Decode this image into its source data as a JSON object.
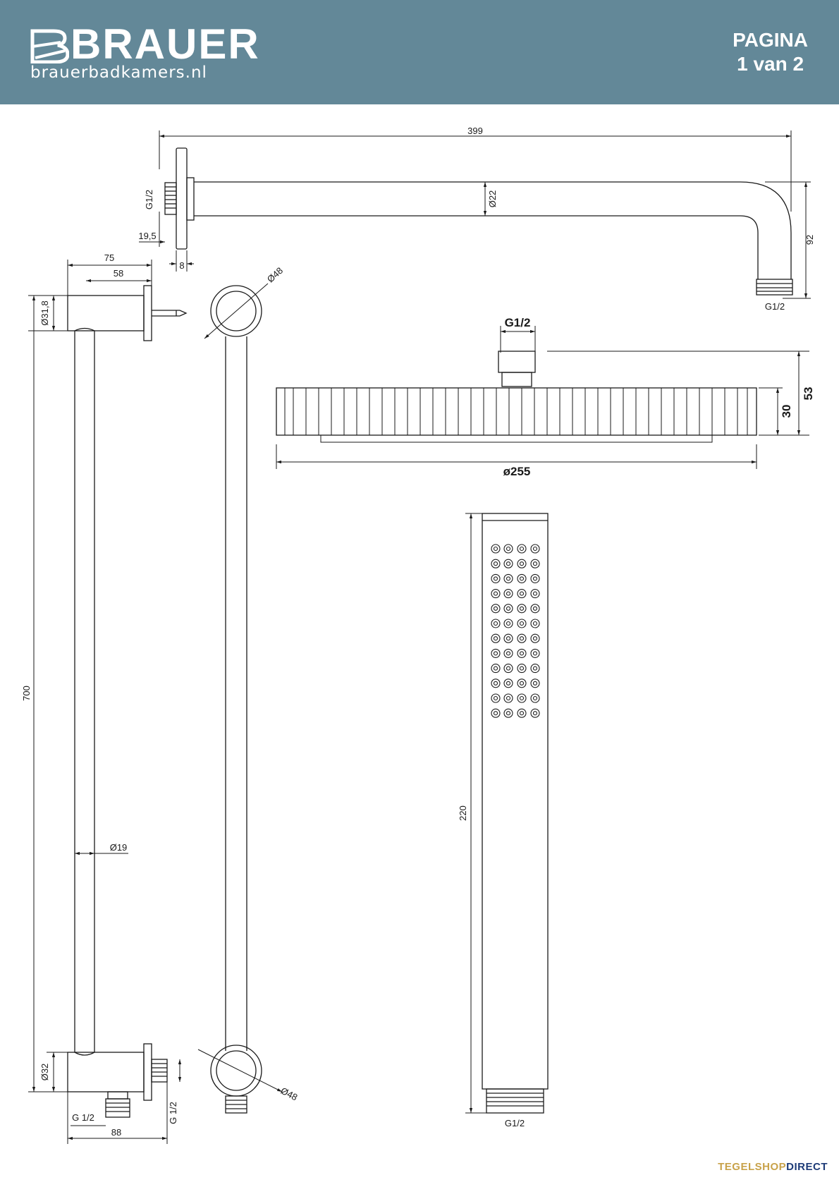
{
  "header": {
    "brand": "BRAUER",
    "website": "brauerbadkamers.nl",
    "page_line1": "PAGINA",
    "page_line2": "1 van 2"
  },
  "colors": {
    "header_bg": "#638898",
    "footer_gold": "#c8a24a",
    "footer_blue": "#1e3c78"
  },
  "shower_arm": {
    "length": "399",
    "thread": "G1/2",
    "diameter": "Ø22",
    "flange_offset": "19,5",
    "flange_thickness": "8",
    "drop": "92",
    "outlet_thread": "G1/2"
  },
  "slide_rail": {
    "top_depth": "75",
    "top_depth_inner": "58",
    "top_diameter": "Ø31,8",
    "height": "700",
    "rail_diameter": "Ø19",
    "bottom_diameter": "Ø32",
    "outlet_thread_a": "G 1/2",
    "outlet_thread_b": "G 1/2",
    "bottom_depth": "88",
    "round_diameter_top": "Ø48",
    "round_diameter_bottom": "Ø48"
  },
  "rain_shower": {
    "thread": "G1/2",
    "total_height": "53",
    "head_height": "30",
    "diameter": "ø255"
  },
  "hand_shower": {
    "length": "220",
    "thread": "G1/2"
  },
  "footer": {
    "part1": "TEGEL",
    "part2": "SHOP",
    "part3": "DIRECT"
  }
}
